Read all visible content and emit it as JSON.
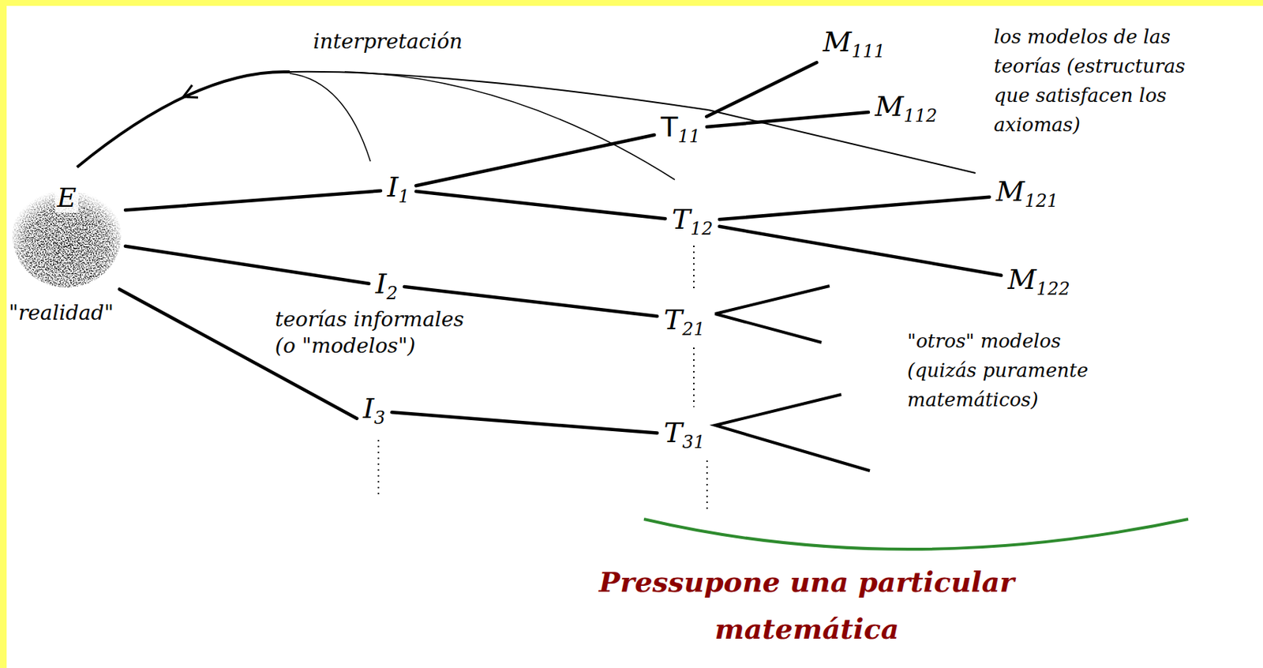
{
  "diagram": {
    "nodes": [
      {
        "text": [
          "E"
        ]
      },
      {
        "text": [
          "I",
          "1"
        ]
      },
      {
        "text": [
          "I",
          "2"
        ]
      },
      {
        "text": [
          "I",
          "3"
        ]
      },
      {
        "text": [
          "T",
          "11"
        ]
      },
      {
        "text": [
          "T",
          "12"
        ]
      },
      {
        "text": [
          "T",
          "21"
        ]
      },
      {
        "text": [
          "T",
          "31"
        ]
      },
      {
        "text": [
          "M",
          "111"
        ]
      },
      {
        "text": [
          "M",
          "112"
        ]
      },
      {
        "text": [
          "M",
          "121"
        ]
      },
      {
        "text": [
          "M",
          "122"
        ]
      }
    ],
    "edges": [
      {
        "from": 0,
        "to": 1,
        "arrow": "none"
      },
      {
        "from": 0,
        "to": 2,
        "arrow": "none"
      },
      {
        "from": 0,
        "to": 3,
        "arrow": "none"
      },
      {
        "from": 1,
        "to": 4,
        "arrow": "none"
      },
      {
        "from": 1,
        "to": 5,
        "arrow": "none"
      },
      {
        "from": 2,
        "to": 6,
        "arrow": "none"
      },
      {
        "from": 3,
        "to": 7,
        "arrow": "none"
      },
      {
        "from": 4,
        "to": 8,
        "arrow": "none"
      },
      {
        "from": 4,
        "to": 9,
        "arrow": "none"
      },
      {
        "from": 5,
        "to": 10,
        "arrow": "none"
      },
      {
        "from": 5,
        "to": 11,
        "arrow": "none"
      }
    ],
    "labels": [
      "interpretación",
      "los modelos de las teorías (estructuras que satisfacen los axiomas)",
      "\"realidad\"",
      "teorías informales (o \"modelos\")",
      "\"otros\" modelos (quizás puramente matemáticos)",
      "Pressupone una particular matemática"
    ]
  }
}
